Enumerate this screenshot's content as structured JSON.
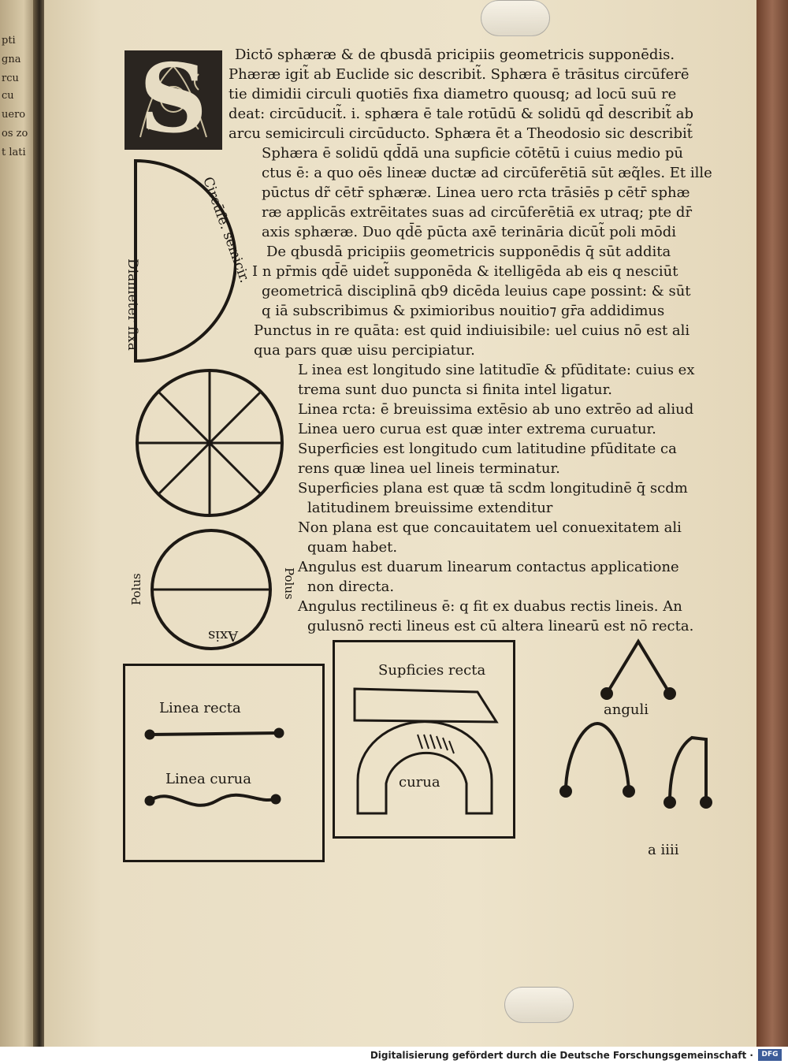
{
  "page": {
    "facing_fragments": [
      "pti",
      "gna",
      "rcu",
      "cu",
      "uero",
      "os zo",
      "t lati"
    ],
    "initial_letter": "S",
    "body_lines": [
      "Dictō sphæræ & de qbusdā pricipiis geometricis supponēdis.",
      "Phæræ igit̃ ab Euclide sic describit̃. Sphæra ē trāsitus circūferē",
      "tie dimidii circuli quotiēs fixa diametro quousq; ad locū suū re",
      "deat: circūducit̃. i. sphæra ē tale rotūdū & solidū qd̄ describit̃ ab",
      "arcu semicirculi circūducto. Sphæra ēt a Theodosio sic describit̃",
      "Sphæra ē solidū qd̄dā una supficie cōtētū i cuius medio pū",
      "ctus ē: a quo oēs lineæ ductæ ad circūferētiā sūt æq̃les. Et ille",
      "pūctus dr̃ cētr̄ sphæræ. Linea uero rcta trāsiēs p cētr̄ sphæ",
      "ræ applicās extrēitates suas ad circūferētiā ex utraq; pte dr̄",
      "axis sphæræ. Duo qd̄ē pūcta axē terināria dicūt̃ poli mōdi",
      "De qbusdā pricipiis geometricis supponēdis q̄ sūt addita",
      "I n pr̄mis qd̄ē uidet̃ supponēda & itelligēda ab eis q nesciūt",
      "geometricā disciplinā qb9 dicēda leuius cape possint: & sūt",
      "q iā subscribimus & pximioribus nouitio⁊ gr̄a addidimus",
      "Punctus in re quāta: est quid indiuisibile: uel cuius nō est ali",
      "qua pars quæ uisu percipiatur.",
      "L inea est longitudo sine latitudīe & pfūditate: cuius ex",
      "trema sunt duo puncta si finita intel ligatur.",
      "Linea rcta: ē breuissima extēsio ab uno extrēo ad aliud",
      "Linea uero curua est quæ inter extrema curuatur.",
      "Superficies est longitudo cum latitudine pfūditate ca",
      "rens quæ linea uel lineis terminatur.",
      "Superficies plana est quæ tā scdm longitudinē q̄ scdm",
      "latitudinem breuissime extenditur",
      "Non plana est que concauitatem uel conuexitatem ali",
      "quam habet.",
      "Angulus est duarum linearum contactus applicatione",
      "non directa.",
      "Angulus rectilineus ē: q fit ex duabus rectis lineis. An",
      "gulusnō recti lineus est cū altera linearū est nō recta."
    ],
    "figures": {
      "semicircle": {
        "arc_label": "Circūfe. semicir.",
        "diameter_label": "Diameter fixa"
      },
      "sphere_axis": {
        "axis_label": "Axis",
        "pole_left": "Polus",
        "pole_right": "Polus"
      },
      "lines_box": {
        "straight_label": "Linea recta",
        "curve_label": "Linea curua"
      },
      "surface_box": {
        "title": "Supficies recta",
        "curve_label": "curua"
      },
      "angles": {
        "label": "anguli"
      }
    },
    "folio": "a iiii"
  },
  "footer": {
    "text": "Digitalisierung gefördert durch die Deutsche Forschungsgemeinschaft ·",
    "logo": "DFG"
  },
  "colors": {
    "paper": "#ede3ca",
    "ink": "#1d1914",
    "board": "#8a5a44"
  }
}
